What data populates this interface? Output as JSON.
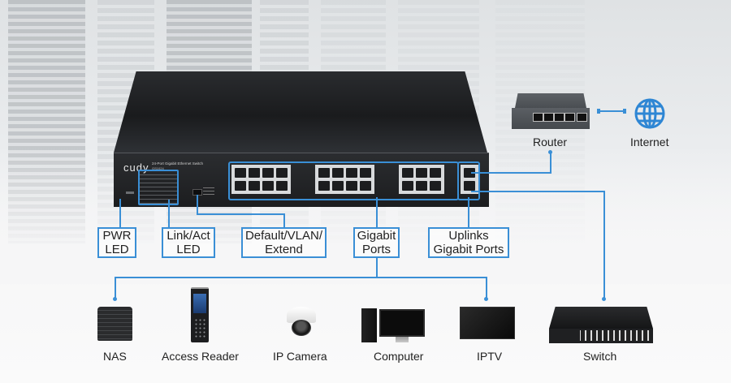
{
  "diagram": {
    "title": "24-Port Gigabit Ethernet Switch connection diagram",
    "brand_color": "#3a8fd6",
    "main_device": {
      "brand": "cudy",
      "model_line": "24-Port Gigabit Ethernet Switch",
      "model": "GS1024"
    },
    "callouts": [
      {
        "id": "pwr-led",
        "lines": [
          "PWR",
          "LED"
        ]
      },
      {
        "id": "link-act-led",
        "lines": [
          "Link/Act",
          "LED"
        ]
      },
      {
        "id": "default-vlan-extend",
        "lines": [
          "Default/VLAN/",
          "Extend"
        ]
      },
      {
        "id": "gigabit-ports",
        "lines": [
          "Gigabit",
          "Ports"
        ]
      },
      {
        "id": "uplinks-gigabit-ports",
        "lines": [
          "Uplinks",
          "Gigabit Ports"
        ]
      }
    ],
    "upstream": [
      {
        "id": "router",
        "label": "Router",
        "icon": "router-icon"
      },
      {
        "id": "internet",
        "label": "Internet",
        "icon": "globe-icon"
      }
    ],
    "endpoints": [
      {
        "id": "nas",
        "label": "NAS",
        "icon": "nas-icon"
      },
      {
        "id": "access-reader",
        "label": "Access Reader",
        "icon": "access-reader-icon"
      },
      {
        "id": "ip-camera",
        "label": "IP Camera",
        "icon": "ip-camera-icon"
      },
      {
        "id": "computer",
        "label": "Computer",
        "icon": "computer-icon"
      },
      {
        "id": "iptv",
        "label": "IPTV",
        "icon": "tv-icon"
      },
      {
        "id": "switch",
        "label": "Switch",
        "icon": "switch-icon"
      }
    ],
    "connections": [
      {
        "from": "uplinks-gigabit-ports",
        "to": "router"
      },
      {
        "from": "router",
        "to": "internet"
      },
      {
        "from": "uplinks-gigabit-ports",
        "to": "switch"
      },
      {
        "from": "gigabit-ports",
        "to": "nas"
      },
      {
        "from": "gigabit-ports",
        "to": "iptv"
      }
    ]
  }
}
